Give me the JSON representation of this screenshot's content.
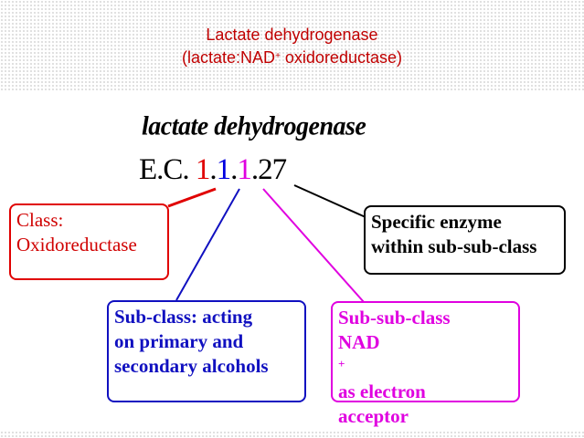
{
  "title": {
    "line1": "Lactate dehydrogenase",
    "line2_pre": "(lactate:NAD",
    "line2_sup": "+",
    "line2_post": " oxidoreductase)"
  },
  "diagram": {
    "heading": "lactate dehydrogenase",
    "ec_prefix": "E.C. ",
    "ec_n1": "1",
    "ec_dot1": ".",
    "ec_n2": "1",
    "ec_dot2": ".",
    "ec_n3": "1",
    "ec_dot3": ".",
    "ec_n4": "27",
    "class_box": {
      "line1": "Class:",
      "line2": "Oxidoreductase"
    },
    "specific_box": {
      "line1": "Specific enzyme",
      "line2": "within sub-sub-class"
    },
    "subclass_box": {
      "line1": "Sub-class: acting",
      "line2": "on primary and",
      "line3": "secondary alcohols"
    },
    "subsubclass_box": {
      "line1": "Sub-sub-class",
      "line2_pre": "NAD",
      "line2_sup": "+",
      "line2_post": " as electron",
      "line3": "acceptor"
    },
    "colors": {
      "class": "#e00000",
      "subclass": "#1010c0",
      "subsubclass": "#e000e0",
      "specific": "#000000",
      "title": "#c00000"
    }
  }
}
